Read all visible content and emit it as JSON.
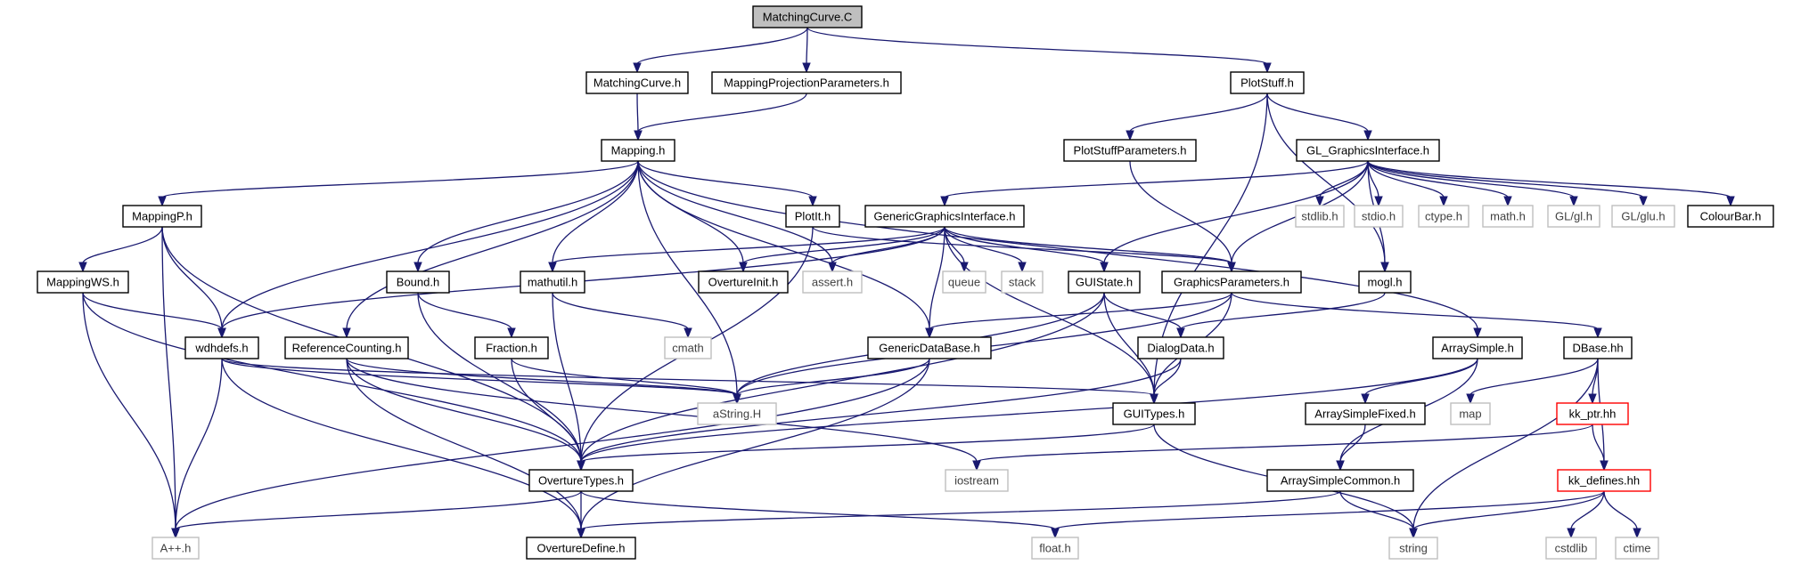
{
  "graph": {
    "colors": {
      "edge": "#191970",
      "root_fill": "#bfbfbf",
      "node_border": "#000000",
      "missing_border": "#bfbfbf",
      "missing_text": "#404040",
      "truncated_border": "#ff0000"
    },
    "nodes": [
      {
        "id": "matchingcurve_c",
        "label": "MatchingCurve.C",
        "kind": "root"
      },
      {
        "id": "matchingcurve_h",
        "label": "MatchingCurve.h",
        "kind": "file"
      },
      {
        "id": "mappingprojectionparameters_h",
        "label": "MappingProjectionParameters.h",
        "kind": "file"
      },
      {
        "id": "plotstuff_h",
        "label": "PlotStuff.h",
        "kind": "file"
      },
      {
        "id": "mapping_h",
        "label": "Mapping.h",
        "kind": "file"
      },
      {
        "id": "plotstuffparameters_h",
        "label": "PlotStuffParameters.h",
        "kind": "file"
      },
      {
        "id": "gl_graphicsinterface_h",
        "label": "GL_GraphicsInterface.h",
        "kind": "file"
      },
      {
        "id": "mappingp_h",
        "label": "MappingP.h",
        "kind": "file"
      },
      {
        "id": "plotit_h",
        "label": "PlotIt.h",
        "kind": "file"
      },
      {
        "id": "genericgraphicsinterface_h",
        "label": "GenericGraphicsInterface.h",
        "kind": "file"
      },
      {
        "id": "stdlib_h",
        "label": "stdlib.h",
        "kind": "missing"
      },
      {
        "id": "stdio_h",
        "label": "stdio.h",
        "kind": "missing"
      },
      {
        "id": "ctype_h",
        "label": "ctype.h",
        "kind": "missing"
      },
      {
        "id": "math_h",
        "label": "math.h",
        "kind": "missing"
      },
      {
        "id": "gl_gl_h",
        "label": "GL/gl.h",
        "kind": "missing"
      },
      {
        "id": "gl_glu_h",
        "label": "GL/glu.h",
        "kind": "missing"
      },
      {
        "id": "colourbar_h",
        "label": "ColourBar.h",
        "kind": "file"
      },
      {
        "id": "mappingws_h",
        "label": "MappingWS.h",
        "kind": "file"
      },
      {
        "id": "bound_h",
        "label": "Bound.h",
        "kind": "file"
      },
      {
        "id": "mathutil_h",
        "label": "mathutil.h",
        "kind": "file"
      },
      {
        "id": "overtureinit_h",
        "label": "OvertureInit.h",
        "kind": "file"
      },
      {
        "id": "assert_h",
        "label": "assert.h",
        "kind": "missing"
      },
      {
        "id": "queue",
        "label": "queue",
        "kind": "missing"
      },
      {
        "id": "stack",
        "label": "stack",
        "kind": "missing"
      },
      {
        "id": "guistate_h",
        "label": "GUIState.h",
        "kind": "file"
      },
      {
        "id": "graphicsparameters_h",
        "label": "GraphicsParameters.h",
        "kind": "file"
      },
      {
        "id": "mogl_h",
        "label": "mogl.h",
        "kind": "file"
      },
      {
        "id": "wdhdefs_h",
        "label": "wdhdefs.h",
        "kind": "file"
      },
      {
        "id": "referencecounting_h",
        "label": "ReferenceCounting.h",
        "kind": "file"
      },
      {
        "id": "fraction_h",
        "label": "Fraction.h",
        "kind": "file"
      },
      {
        "id": "cmath",
        "label": "cmath",
        "kind": "missing"
      },
      {
        "id": "genericdatabase_h",
        "label": "GenericDataBase.h",
        "kind": "file"
      },
      {
        "id": "dialogdata_h",
        "label": "DialogData.h",
        "kind": "file"
      },
      {
        "id": "arraysimple_h",
        "label": "ArraySimple.h",
        "kind": "file"
      },
      {
        "id": "dbase_hh",
        "label": "DBase.hh",
        "kind": "file"
      },
      {
        "id": "astring_h",
        "label": "aString.H",
        "kind": "missing"
      },
      {
        "id": "guitypes_h",
        "label": "GUITypes.h",
        "kind": "file"
      },
      {
        "id": "arraysimplefixed_h",
        "label": "ArraySimpleFixed.h",
        "kind": "file"
      },
      {
        "id": "map",
        "label": "map",
        "kind": "missing"
      },
      {
        "id": "kk_ptr_hh",
        "label": "kk_ptr.hh",
        "kind": "truncated"
      },
      {
        "id": "overturetypes_h",
        "label": "OvertureTypes.h",
        "kind": "file"
      },
      {
        "id": "iostream",
        "label": "iostream",
        "kind": "missing"
      },
      {
        "id": "arraysimplecommon_h",
        "label": "ArraySimpleCommon.h",
        "kind": "file"
      },
      {
        "id": "kk_defines_hh",
        "label": "kk_defines.hh",
        "kind": "truncated"
      },
      {
        "id": "a_h",
        "label": "A++.h",
        "kind": "missing"
      },
      {
        "id": "overturedefine_h",
        "label": "OvertureDefine.h",
        "kind": "file"
      },
      {
        "id": "float_h",
        "label": "float.h",
        "kind": "missing"
      },
      {
        "id": "string",
        "label": "string",
        "kind": "missing"
      },
      {
        "id": "cstdlib",
        "label": "cstdlib",
        "kind": "missing"
      },
      {
        "id": "ctime",
        "label": "ctime",
        "kind": "missing"
      }
    ],
    "edges": [
      [
        "matchingcurve_c",
        "matchingcurve_h"
      ],
      [
        "matchingcurve_c",
        "mappingprojectionparameters_h"
      ],
      [
        "matchingcurve_c",
        "plotstuff_h"
      ],
      [
        "matchingcurve_h",
        "mapping_h"
      ],
      [
        "mappingprojectionparameters_h",
        "mapping_h"
      ],
      [
        "plotstuff_h",
        "plotstuffparameters_h"
      ],
      [
        "plotstuff_h",
        "gl_graphicsinterface_h"
      ],
      [
        "plotstuff_h",
        "mogl_h"
      ],
      [
        "plotstuff_h",
        "guitypes_h"
      ],
      [
        "mapping_h",
        "mappingp_h"
      ],
      [
        "mapping_h",
        "wdhdefs_h"
      ],
      [
        "mapping_h",
        "bound_h"
      ],
      [
        "mapping_h",
        "referencecounting_h"
      ],
      [
        "mapping_h",
        "mathutil_h"
      ],
      [
        "mapping_h",
        "astring_h"
      ],
      [
        "mapping_h",
        "genericdatabase_h"
      ],
      [
        "mapping_h",
        "overtureinit_h"
      ],
      [
        "mapping_h",
        "assert_h"
      ],
      [
        "mapping_h",
        "plotit_h"
      ],
      [
        "mapping_h",
        "arraysimple_h"
      ],
      [
        "plotstuffparameters_h",
        "graphicsparameters_h"
      ],
      [
        "gl_graphicsinterface_h",
        "genericgraphicsinterface_h"
      ],
      [
        "gl_graphicsinterface_h",
        "guistate_h"
      ],
      [
        "gl_graphicsinterface_h",
        "graphicsparameters_h"
      ],
      [
        "gl_graphicsinterface_h",
        "stdlib_h"
      ],
      [
        "gl_graphicsinterface_h",
        "stdio_h"
      ],
      [
        "gl_graphicsinterface_h",
        "ctype_h"
      ],
      [
        "gl_graphicsinterface_h",
        "math_h"
      ],
      [
        "gl_graphicsinterface_h",
        "gl_gl_h"
      ],
      [
        "gl_graphicsinterface_h",
        "gl_glu_h"
      ],
      [
        "gl_graphicsinterface_h",
        "colourbar_h"
      ],
      [
        "gl_graphicsinterface_h",
        "mogl_h"
      ],
      [
        "mappingp_h",
        "mappingws_h"
      ],
      [
        "mappingp_h",
        "wdhdefs_h"
      ],
      [
        "mappingp_h",
        "overturetypes_h"
      ],
      [
        "mappingp_h",
        "a_h"
      ],
      [
        "plotit_h",
        "graphicsparameters_h"
      ],
      [
        "plotit_h",
        "overturetypes_h"
      ],
      [
        "genericgraphicsinterface_h",
        "wdhdefs_h"
      ],
      [
        "genericgraphicsinterface_h",
        "mathutil_h"
      ],
      [
        "genericgraphicsinterface_h",
        "overtureinit_h"
      ],
      [
        "genericgraphicsinterface_h",
        "assert_h"
      ],
      [
        "genericgraphicsinterface_h",
        "queue"
      ],
      [
        "genericgraphicsinterface_h",
        "stack"
      ],
      [
        "genericgraphicsinterface_h",
        "genericdatabase_h"
      ],
      [
        "genericgraphicsinterface_h",
        "guistate_h"
      ],
      [
        "genericgraphicsinterface_h",
        "graphicsparameters_h"
      ],
      [
        "genericgraphicsinterface_h",
        "guitypes_h"
      ],
      [
        "mappingws_h",
        "wdhdefs_h"
      ],
      [
        "mappingws_h",
        "overturetypes_h"
      ],
      [
        "mappingws_h",
        "a_h"
      ],
      [
        "bound_h",
        "fraction_h"
      ],
      [
        "bound_h",
        "overturetypes_h"
      ],
      [
        "mathutil_h",
        "cmath"
      ],
      [
        "mathutil_h",
        "overturetypes_h"
      ],
      [
        "guistate_h",
        "dialogdata_h"
      ],
      [
        "guistate_h",
        "guitypes_h"
      ],
      [
        "guistate_h",
        "astring_h"
      ],
      [
        "guistate_h",
        "overturetypes_h"
      ],
      [
        "graphicsparameters_h",
        "genericdatabase_h"
      ],
      [
        "graphicsparameters_h",
        "dbase_hh"
      ],
      [
        "graphicsparameters_h",
        "guitypes_h"
      ],
      [
        "graphicsparameters_h",
        "astring_h"
      ],
      [
        "mogl_h",
        "dialogdata_h"
      ],
      [
        "wdhdefs_h",
        "astring_h"
      ],
      [
        "wdhdefs_h",
        "guitypes_h"
      ],
      [
        "wdhdefs_h",
        "a_h"
      ],
      [
        "wdhdefs_h",
        "overturedefine_h"
      ],
      [
        "referencecounting_h",
        "overturetypes_h"
      ],
      [
        "referencecounting_h",
        "overturedefine_h"
      ],
      [
        "referencecounting_h",
        "iostream"
      ],
      [
        "referencecounting_h",
        "astring_h"
      ],
      [
        "fraction_h",
        "overturetypes_h"
      ],
      [
        "fraction_h",
        "astring_h"
      ],
      [
        "genericdatabase_h",
        "astring_h"
      ],
      [
        "genericdatabase_h",
        "overturedefine_h"
      ],
      [
        "genericdatabase_h",
        "a_h"
      ],
      [
        "dialogdata_h",
        "guitypes_h"
      ],
      [
        "dialogdata_h",
        "overturetypes_h"
      ],
      [
        "arraysimple_h",
        "arraysimplefixed_h"
      ],
      [
        "arraysimple_h",
        "arraysimplecommon_h"
      ],
      [
        "arraysimple_h",
        "overturetypes_h"
      ],
      [
        "dbase_hh",
        "map"
      ],
      [
        "dbase_hh",
        "kk_ptr_hh"
      ],
      [
        "dbase_hh",
        "kk_defines_hh"
      ],
      [
        "dbase_hh",
        "string"
      ],
      [
        "guitypes_h",
        "overturetypes_h"
      ],
      [
        "guitypes_h",
        "string"
      ],
      [
        "arraysimplefixed_h",
        "arraysimplecommon_h"
      ],
      [
        "kk_ptr_hh",
        "kk_defines_hh"
      ],
      [
        "kk_ptr_hh",
        "iostream"
      ],
      [
        "overturetypes_h",
        "a_h"
      ],
      [
        "overturetypes_h",
        "overturedefine_h"
      ],
      [
        "overturetypes_h",
        "float_h"
      ],
      [
        "arraysimplecommon_h",
        "overturedefine_h"
      ],
      [
        "arraysimplecommon_h",
        "string"
      ],
      [
        "kk_defines_hh",
        "float_h"
      ],
      [
        "kk_defines_hh",
        "string"
      ],
      [
        "kk_defines_hh",
        "cstdlib"
      ],
      [
        "kk_defines_hh",
        "ctime"
      ]
    ]
  }
}
